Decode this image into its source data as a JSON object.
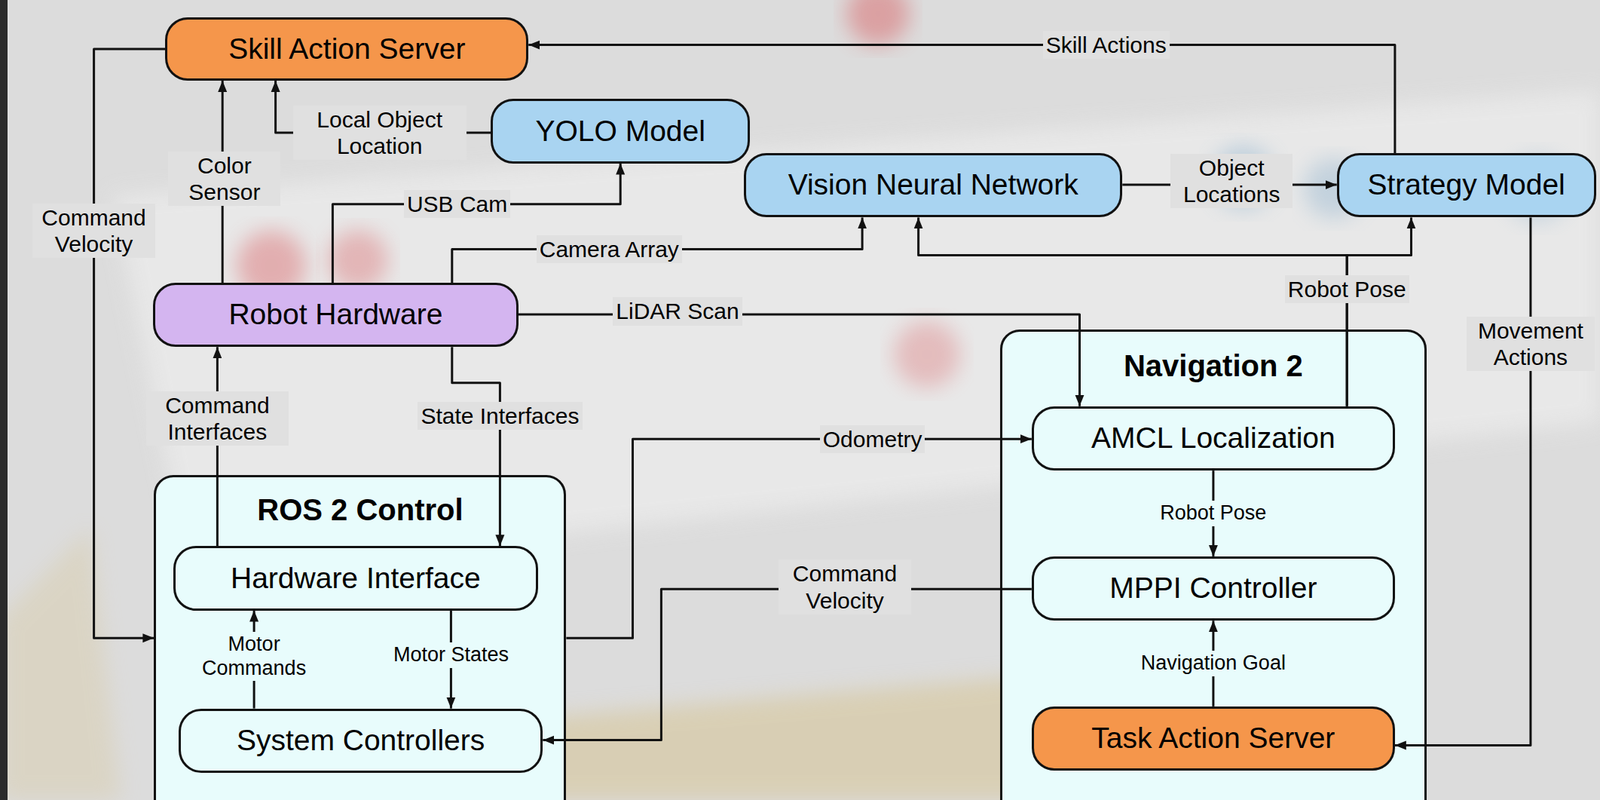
{
  "diagram": {
    "nodes": [
      {
        "text": [
          "Skill Action Server"
        ]
      },
      {
        "text": [
          "YOLO Model"
        ]
      },
      {
        "text": [
          "Vision Neural Network"
        ]
      },
      {
        "text": [
          "Strategy Model"
        ]
      },
      {
        "text": [
          "Robot Hardware"
        ]
      },
      {
        "text": [
          "Navigation 2"
        ]
      },
      {
        "text": [
          "AMCL Localization"
        ],
        "in": 5
      },
      {
        "text": [
          "MPPI Controller"
        ],
        "in": 5
      },
      {
        "text": [
          "Task Action Server"
        ],
        "in": 5
      },
      {
        "text": [
          "ROS 2 Control"
        ]
      },
      {
        "text": [
          "Hardware Interface"
        ],
        "in": 9
      },
      {
        "text": [
          "System Controllers"
        ],
        "in": 9
      }
    ],
    "edges": [
      {
        "from": 3,
        "to": 0,
        "arrow": "to",
        "label": "Skill Actions"
      },
      {
        "from": 1,
        "to": 0,
        "arrow": "to",
        "label": "Local Object Location"
      },
      {
        "from": 4,
        "to": 0,
        "arrow": "to",
        "label": "Color Sensor"
      },
      {
        "from": 4,
        "to": 1,
        "arrow": "to",
        "label": "USB Cam"
      },
      {
        "from": 4,
        "to": 2,
        "arrow": "to",
        "label": "Camera Array"
      },
      {
        "from": 2,
        "to": 3,
        "arrow": "to",
        "label": "Object Locations"
      },
      {
        "from": 6,
        "to": 3,
        "arrow": "to",
        "label": "Robot Pose"
      },
      {
        "from": 6,
        "to": 2,
        "arrow": "to"
      },
      {
        "from": 4,
        "to": 6,
        "arrow": "to",
        "label": "LiDAR Scan"
      },
      {
        "from": 0,
        "to": 9,
        "arrow": "to",
        "label": "Command Velocity"
      },
      {
        "from": 10,
        "to": 4,
        "arrow": "to",
        "label": "Command Interfaces"
      },
      {
        "from": 4,
        "to": 10,
        "arrow": "to",
        "label": "State Interfaces"
      },
      {
        "from": 9,
        "to": 6,
        "arrow": "to",
        "label": "Odometry"
      },
      {
        "from": 7,
        "to": 11,
        "arrow": "to",
        "label": "Command Velocity"
      },
      {
        "from": 6,
        "to": 7,
        "arrow": "to",
        "label": "Robot Pose"
      },
      {
        "from": 8,
        "to": 7,
        "arrow": "to",
        "label": "Navigation Goal"
      },
      {
        "from": 3,
        "to": 8,
        "arrow": "to",
        "label": "Movement Actions"
      },
      {
        "from": 11,
        "to": 10,
        "arrow": "to",
        "label": "Motor Commands"
      },
      {
        "from": 10,
        "to": 11,
        "arrow": "to",
        "label": "Motor States"
      }
    ]
  }
}
